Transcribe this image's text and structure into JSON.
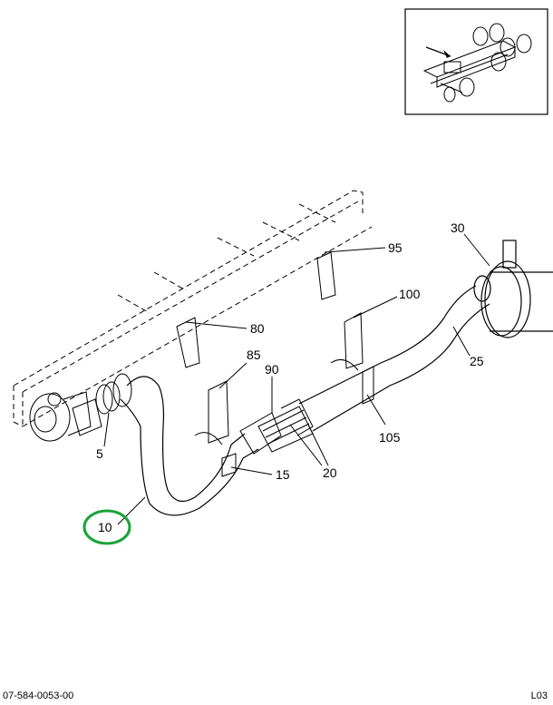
{
  "callouts": {
    "c5": "5",
    "c10": "10",
    "c15": "15",
    "c20": "20",
    "c25": "25",
    "c30": "30",
    "c80": "80",
    "c85": "85",
    "c90": "90",
    "c95": "95",
    "c100": "100",
    "c105": "105"
  },
  "highlight": {
    "callout": "10",
    "color": "#1aa23a"
  },
  "footer": {
    "doc_number": "07-584-0053-00",
    "sheet_code": "L03"
  }
}
